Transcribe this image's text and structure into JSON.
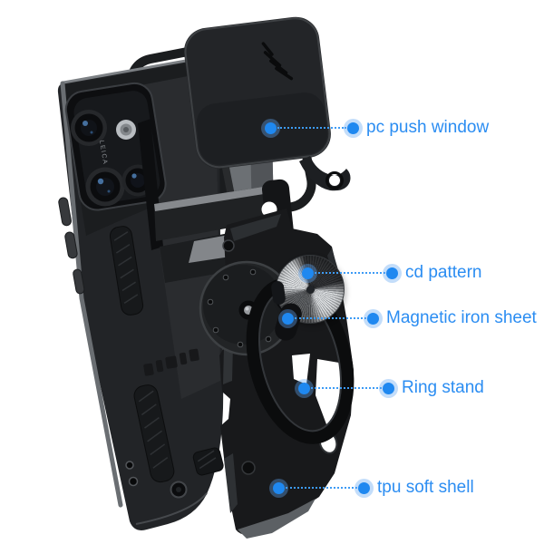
{
  "annotations": [
    {
      "id": "pc-push-window",
      "label": "pc push window"
    },
    {
      "id": "cd-pattern",
      "label": "cd pattern"
    },
    {
      "id": "magnetic-iron-sheet",
      "label": "Magnetic iron sheet"
    },
    {
      "id": "ring-stand",
      "label": "Ring stand"
    },
    {
      "id": "tpu-soft-shell",
      "label": "tpu soft shell"
    }
  ],
  "phone": {
    "camera_brand": "LEICA"
  },
  "colors": {
    "accent_blue": "#2b8df2",
    "marker_dot_blue": "#1f88f0",
    "dash_line_blue": "#3d9bf5",
    "case_black": "#1a1c1e",
    "disc_silver": "#c9ccd0",
    "background": "#ffffff"
  },
  "icons": {
    "annotation_marker": "blue-dot-with-halo",
    "leader_line": "dotted-line"
  }
}
